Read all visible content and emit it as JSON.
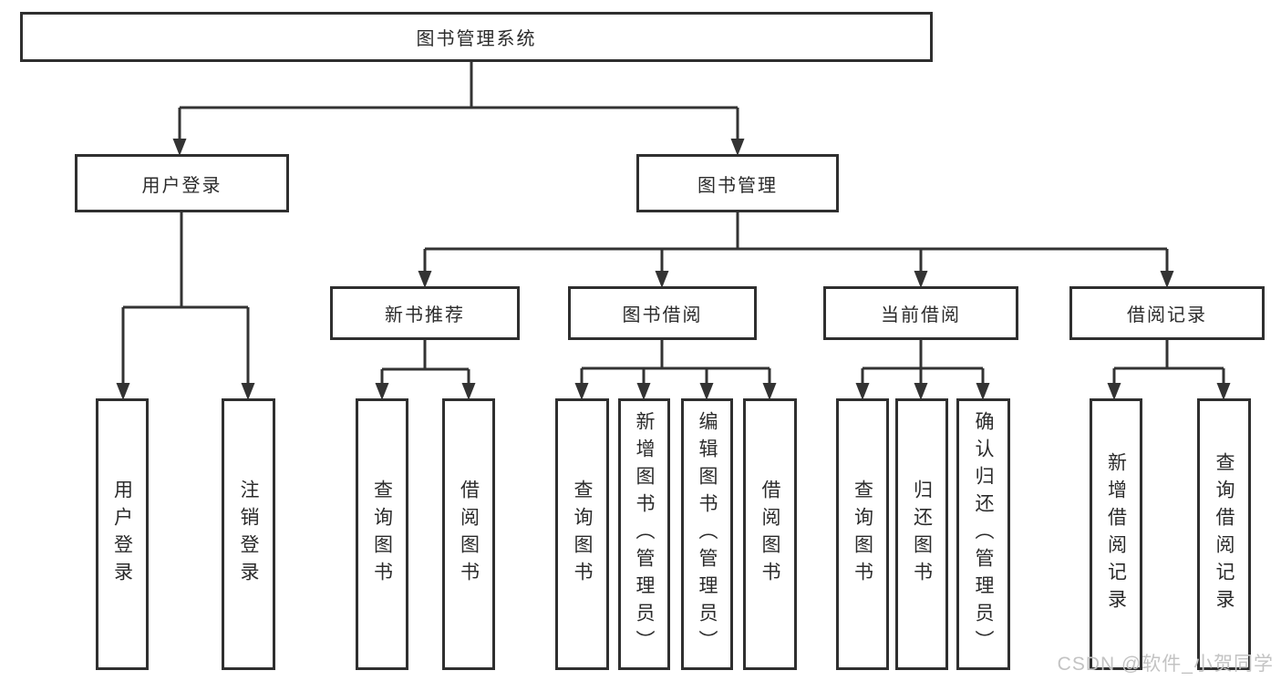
{
  "diagram": {
    "title": "图书管理系统",
    "root": {
      "label": "图书管理系统"
    },
    "level1": [
      {
        "label": "用户登录"
      },
      {
        "label": "图书管理"
      }
    ],
    "level2": [
      {
        "label": "新书推荐",
        "parent": "图书管理"
      },
      {
        "label": "图书借阅",
        "parent": "图书管理"
      },
      {
        "label": "当前借阅",
        "parent": "图书管理"
      },
      {
        "label": "借阅记录",
        "parent": "图书管理"
      }
    ],
    "leaves": [
      {
        "label": "用户登录",
        "parent": "用户登录"
      },
      {
        "label": "注销登录",
        "parent": "用户登录"
      },
      {
        "label": "查询图书",
        "parent": "新书推荐"
      },
      {
        "label": "借阅图书",
        "parent": "新书推荐"
      },
      {
        "label": "查询图书",
        "parent": "图书借阅"
      },
      {
        "label": "新增图书（管理员）",
        "parent": "图书借阅"
      },
      {
        "label": "编辑图书（管理员）",
        "parent": "图书借阅"
      },
      {
        "label": "借阅图书",
        "parent": "图书借阅"
      },
      {
        "label": "查询图书",
        "parent": "当前借阅"
      },
      {
        "label": "归还图书",
        "parent": "当前借阅"
      },
      {
        "label": "确认归还（管理员）",
        "parent": "当前借阅"
      },
      {
        "label": "新增借阅记录",
        "parent": "借阅记录"
      },
      {
        "label": "查询借阅记录",
        "parent": "借阅记录"
      }
    ],
    "colors": {
      "line": "#333333",
      "border": "#2f2f2f",
      "text": "#2b2b2b",
      "background": "#ffffff",
      "watermark": "#c3c3c3"
    }
  },
  "watermark": {
    "text": "CSDN @软件_小贺同学"
  }
}
